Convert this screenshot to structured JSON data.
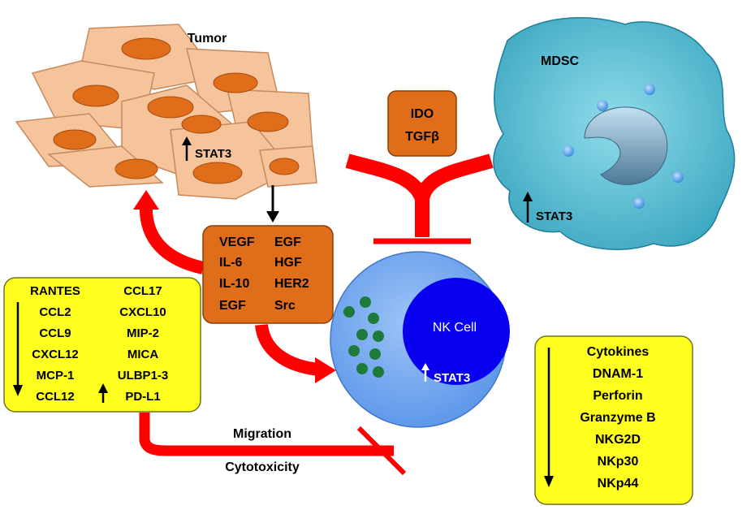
{
  "tumor": {
    "label": "Tumor",
    "stat3": "STAT3"
  },
  "mdsc": {
    "label": "MDSC",
    "stat3": "STAT3"
  },
  "ido_box": {
    "line1": "IDO",
    "line2": "TGFβ"
  },
  "factors_box": {
    "left": [
      "VEGF",
      "IL-6",
      "IL-10",
      "EGF"
    ],
    "right": [
      "EGF",
      "HGF",
      "HER2",
      "Src"
    ]
  },
  "chemokines_box": {
    "left": [
      "RANTES",
      "CCL2",
      "CCL9",
      "CXCL12",
      "MCP-1",
      "CCL12"
    ],
    "right": [
      "CCL17",
      "CXCL10",
      "MIP-2",
      "MICA",
      "ULBP1-3",
      "PD-L1"
    ]
  },
  "nk_cell": {
    "label": "NK Cell",
    "stat3": "STAT3"
  },
  "effector_box": {
    "items": [
      "Cytokines",
      "DNAM-1",
      "Perforin",
      "Granzyme B",
      "NKG2D",
      "NKp30",
      "NKp44"
    ]
  },
  "inhibition_labels": {
    "migration": "Migration",
    "cytotoxicity": "Cytotoxicity"
  },
  "colors": {
    "tumor_cell": "#f6c49b",
    "tumor_nucleus": "#e06d1a",
    "mdsc": "#5cc2d6",
    "orange_box": "#e06d1a",
    "yellow_box": "#ffff1f",
    "red_arrow": "#ff0000",
    "nk_outer": "#6ea6f0",
    "nk_nucleus": "#0a00f0",
    "granule": "#1e7a3a"
  }
}
